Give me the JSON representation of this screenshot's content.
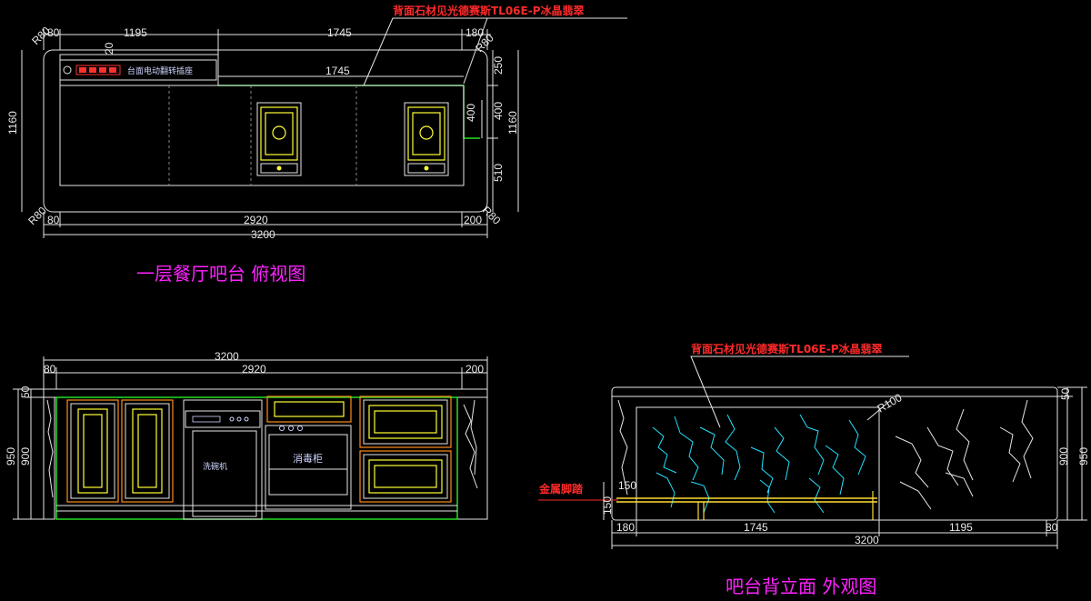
{
  "top_view": {
    "title": "一层餐厅吧台 俯视图",
    "stone_note": "背面石材见光德赛斯TL06E-P冰晶翡翠",
    "socket_label": "台面电动翻转插座",
    "dims_top": [
      "80",
      "1195",
      "1745",
      "180"
    ],
    "dim_inner": "1745",
    "dim_20": "20",
    "dims_right": [
      "250",
      "400",
      "510"
    ],
    "dim_400_inner": "400",
    "dim_left": "1160",
    "dim_right": "1160",
    "dims_bottom": [
      "80",
      "2920",
      "200"
    ],
    "dim_total": "3200",
    "radius_labels": [
      "R80",
      "R80",
      "R80",
      "R80"
    ]
  },
  "front_view": {
    "dim_total": "3200",
    "dims_top": [
      "80",
      "2920",
      "200"
    ],
    "dims_left_small": [
      "50"
    ],
    "dim_left_950": "950",
    "dim_left_900": "900",
    "dishwasher_label": "洗碗机",
    "sterilizer_label": "消毒柜"
  },
  "back_view": {
    "title": "吧台背立面 外观图",
    "stone_note": "背面石材见光德赛斯TL06E-P冰晶翡翠",
    "footrest_label": "金属脚踏",
    "radius_label": "R100",
    "dim_150": "150",
    "dim_150_vert": "150",
    "dims_bottom": [
      "180",
      "1745",
      "1195",
      "80"
    ],
    "dim_total": "3200",
    "dims_right": [
      "50",
      "900",
      "950"
    ]
  },
  "colors": {
    "background": "#000000",
    "caption": "#ff22ff",
    "note": "#ff2a2a",
    "outline": "#e6e6e6",
    "green": "#22dd22",
    "yellow": "#ffff33",
    "orange": "#ff8c1a",
    "cyan": "#22e0ff"
  }
}
